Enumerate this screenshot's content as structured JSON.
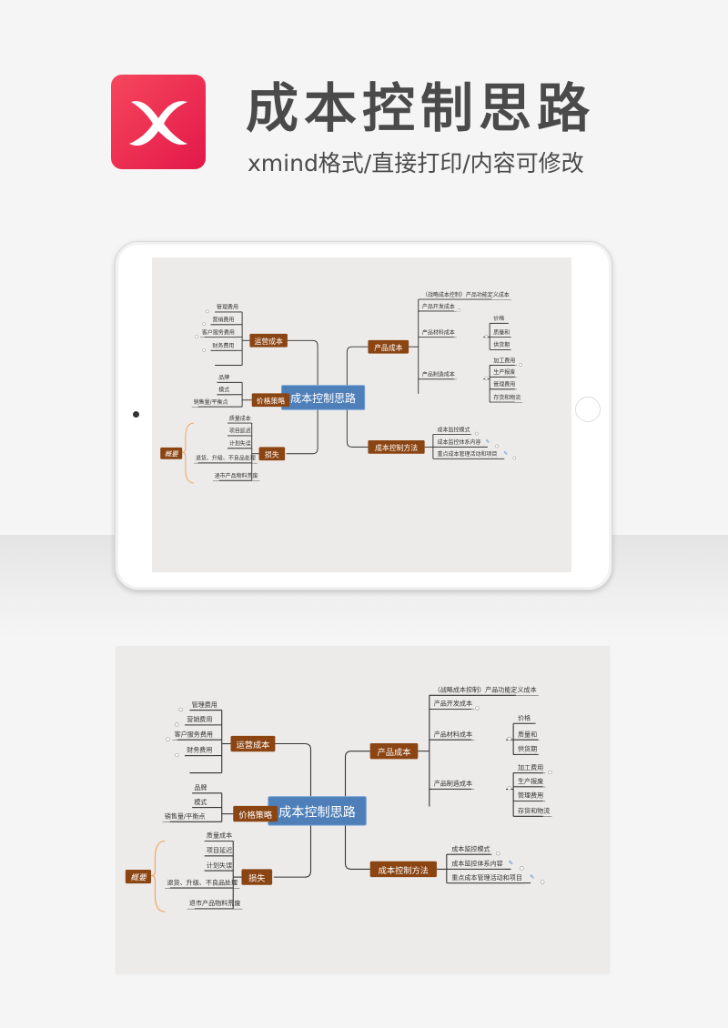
{
  "header": {
    "title": "成本控制思路",
    "subtitle": "xmind格式/直接打印/内容可修改",
    "logo_icon": "xmind-x-logo",
    "brand_color": "#ec2e52"
  },
  "mindmap": {
    "central": "成本控制思路",
    "summary": "概要",
    "branches": {
      "yunying": {
        "label": "运营成本",
        "items": [
          "管理费用",
          "营销费用",
          "客户服务费用",
          "财务费用"
        ]
      },
      "jiage": {
        "label": "价格策略",
        "items": [
          "品牌",
          "模式",
          "销售量/平衡点"
        ]
      },
      "sunshi": {
        "label": "损失",
        "items": [
          "质量成本",
          "项目延迟",
          "计划失误",
          "退货、升级、不良品处理",
          "退市产品物料荒废"
        ]
      },
      "chanpin": {
        "label": "产品成本",
        "top": "（战略成本控制）产品功能定义成本",
        "kaifa": "产品开发成本",
        "cailiao": {
          "label": "产品材料成本",
          "items": [
            "价格",
            "质量和",
            "供货期"
          ]
        },
        "zhizao": {
          "label": "产品制造成本",
          "items": [
            "加工费用",
            "生产报废",
            "管理费用",
            "存货和物流"
          ]
        }
      },
      "fangfa": {
        "label": "成本控制方法",
        "items": [
          "成本监控模式",
          "成本监控体系内容",
          "重点成本管理活动和项目"
        ]
      }
    },
    "colors": {
      "central": "#4e7fb9",
      "main": "#8b4513",
      "summary_bracket": "#f0a050",
      "line": "#333333"
    }
  }
}
